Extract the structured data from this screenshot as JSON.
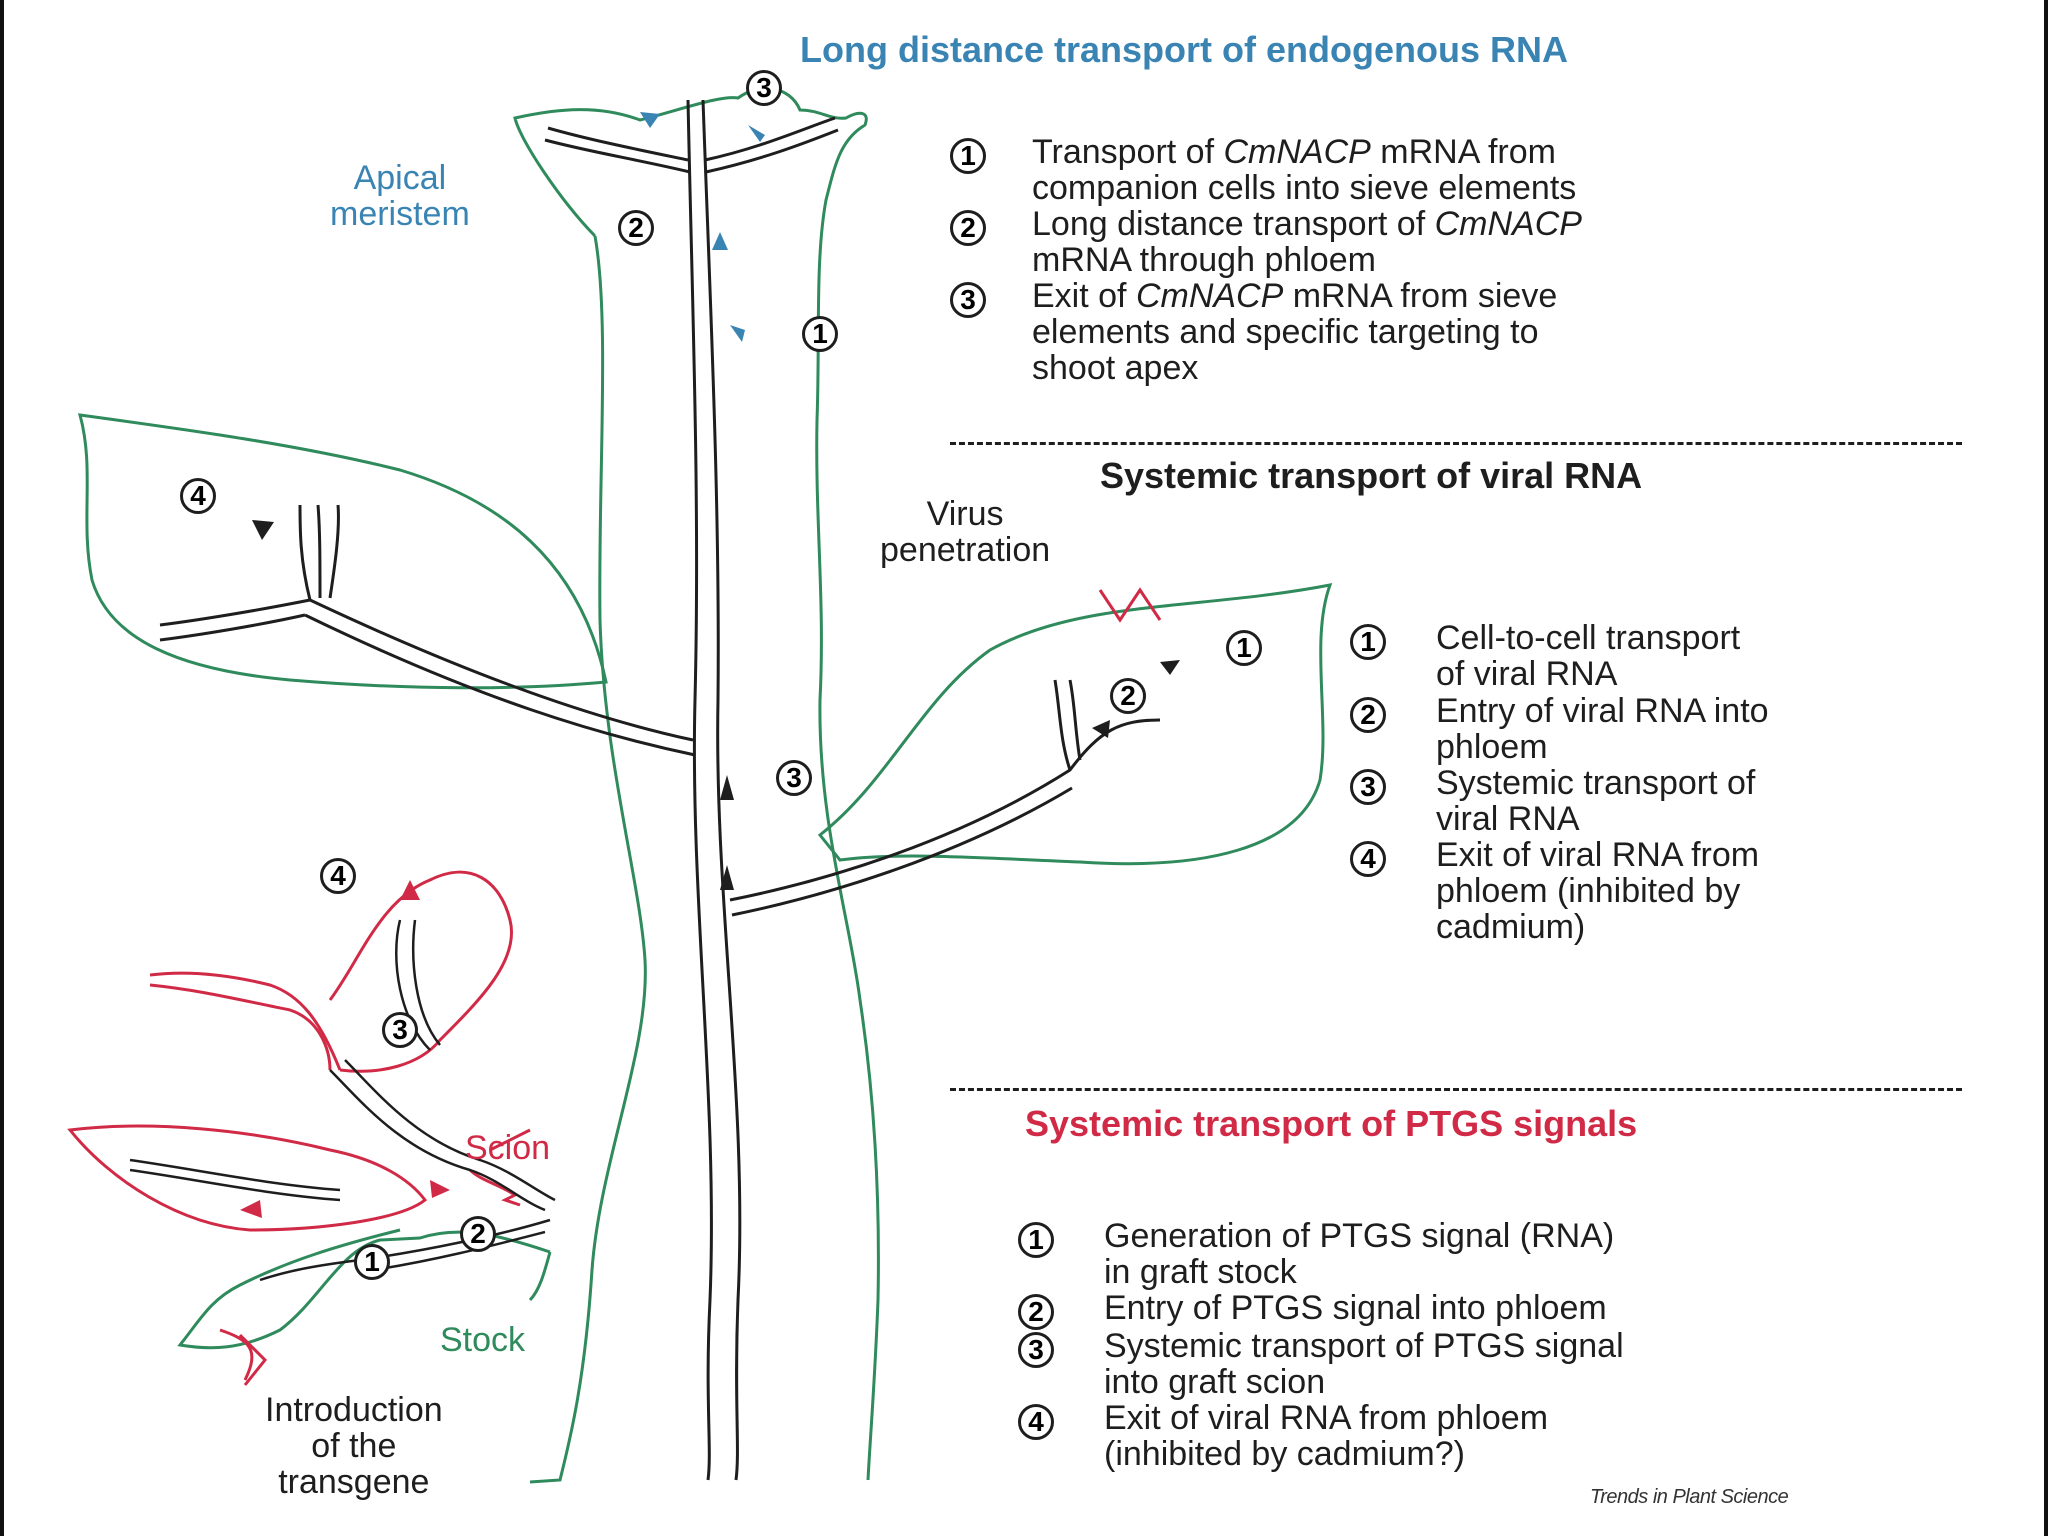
{
  "colors": {
    "green": "#2f8a5c",
    "blue": "#3a84b4",
    "red": "#d12a46",
    "ink": "#1e1e1e"
  },
  "sections": {
    "endogenous": {
      "heading": "Long distance transport of endogenous RNA",
      "items": [
        {
          "num": "1",
          "pre": "Transport of ",
          "em": "CmNACP",
          "post": " mRNA from\ncompanion cells into sieve elements"
        },
        {
          "num": "2",
          "pre": "Long distance transport of ",
          "em": "CmNACP",
          "post": "\nmRNA through phloem"
        },
        {
          "num": "3",
          "pre": "Exit of ",
          "em": "CmNACP",
          "post": " mRNA from sieve\nelements and specific targeting to\nshoot apex"
        }
      ]
    },
    "viral": {
      "heading": "Systemic transport of viral RNA",
      "items": [
        {
          "num": "1",
          "text": "Cell-to-cell transport\nof viral RNA"
        },
        {
          "num": "2",
          "text": "Entry of viral RNA into\nphloem"
        },
        {
          "num": "3",
          "text": "Systemic transport of\nviral RNA"
        },
        {
          "num": "4",
          "text": "Exit of viral RNA from\nphloem (inhibited by\ncadmium)"
        }
      ]
    },
    "ptgs": {
      "heading": "Systemic transport of PTGS signals",
      "items": [
        {
          "num": "1",
          "text": "Generation of PTGS signal (RNA)\nin graft stock"
        },
        {
          "num": "2",
          "text": "Entry of PTGS signal into phloem"
        },
        {
          "num": "3",
          "text": "Systemic transport of PTGS signal\ninto graft scion"
        },
        {
          "num": "4",
          "text": "Exit of viral RNA from phloem\n(inhibited by cadmium?)"
        }
      ]
    }
  },
  "labels": {
    "apical_meristem": "Apical\nmeristem",
    "virus_penetration": "Virus\npenetration",
    "scion": "Scion",
    "stock": "Stock",
    "introduction": "Introduction\nof the\ntransgene"
  },
  "diagram_markers": {
    "apex_3": "3",
    "apex_2": "2",
    "stem_1": "1",
    "leaf_4": "4",
    "stem_3": "3",
    "vleaf_1": "1",
    "vleaf_2": "2",
    "red_4": "4",
    "red_3": "3",
    "red_2": "2",
    "red_1": "1"
  },
  "credit": "Trends in Plant Science"
}
